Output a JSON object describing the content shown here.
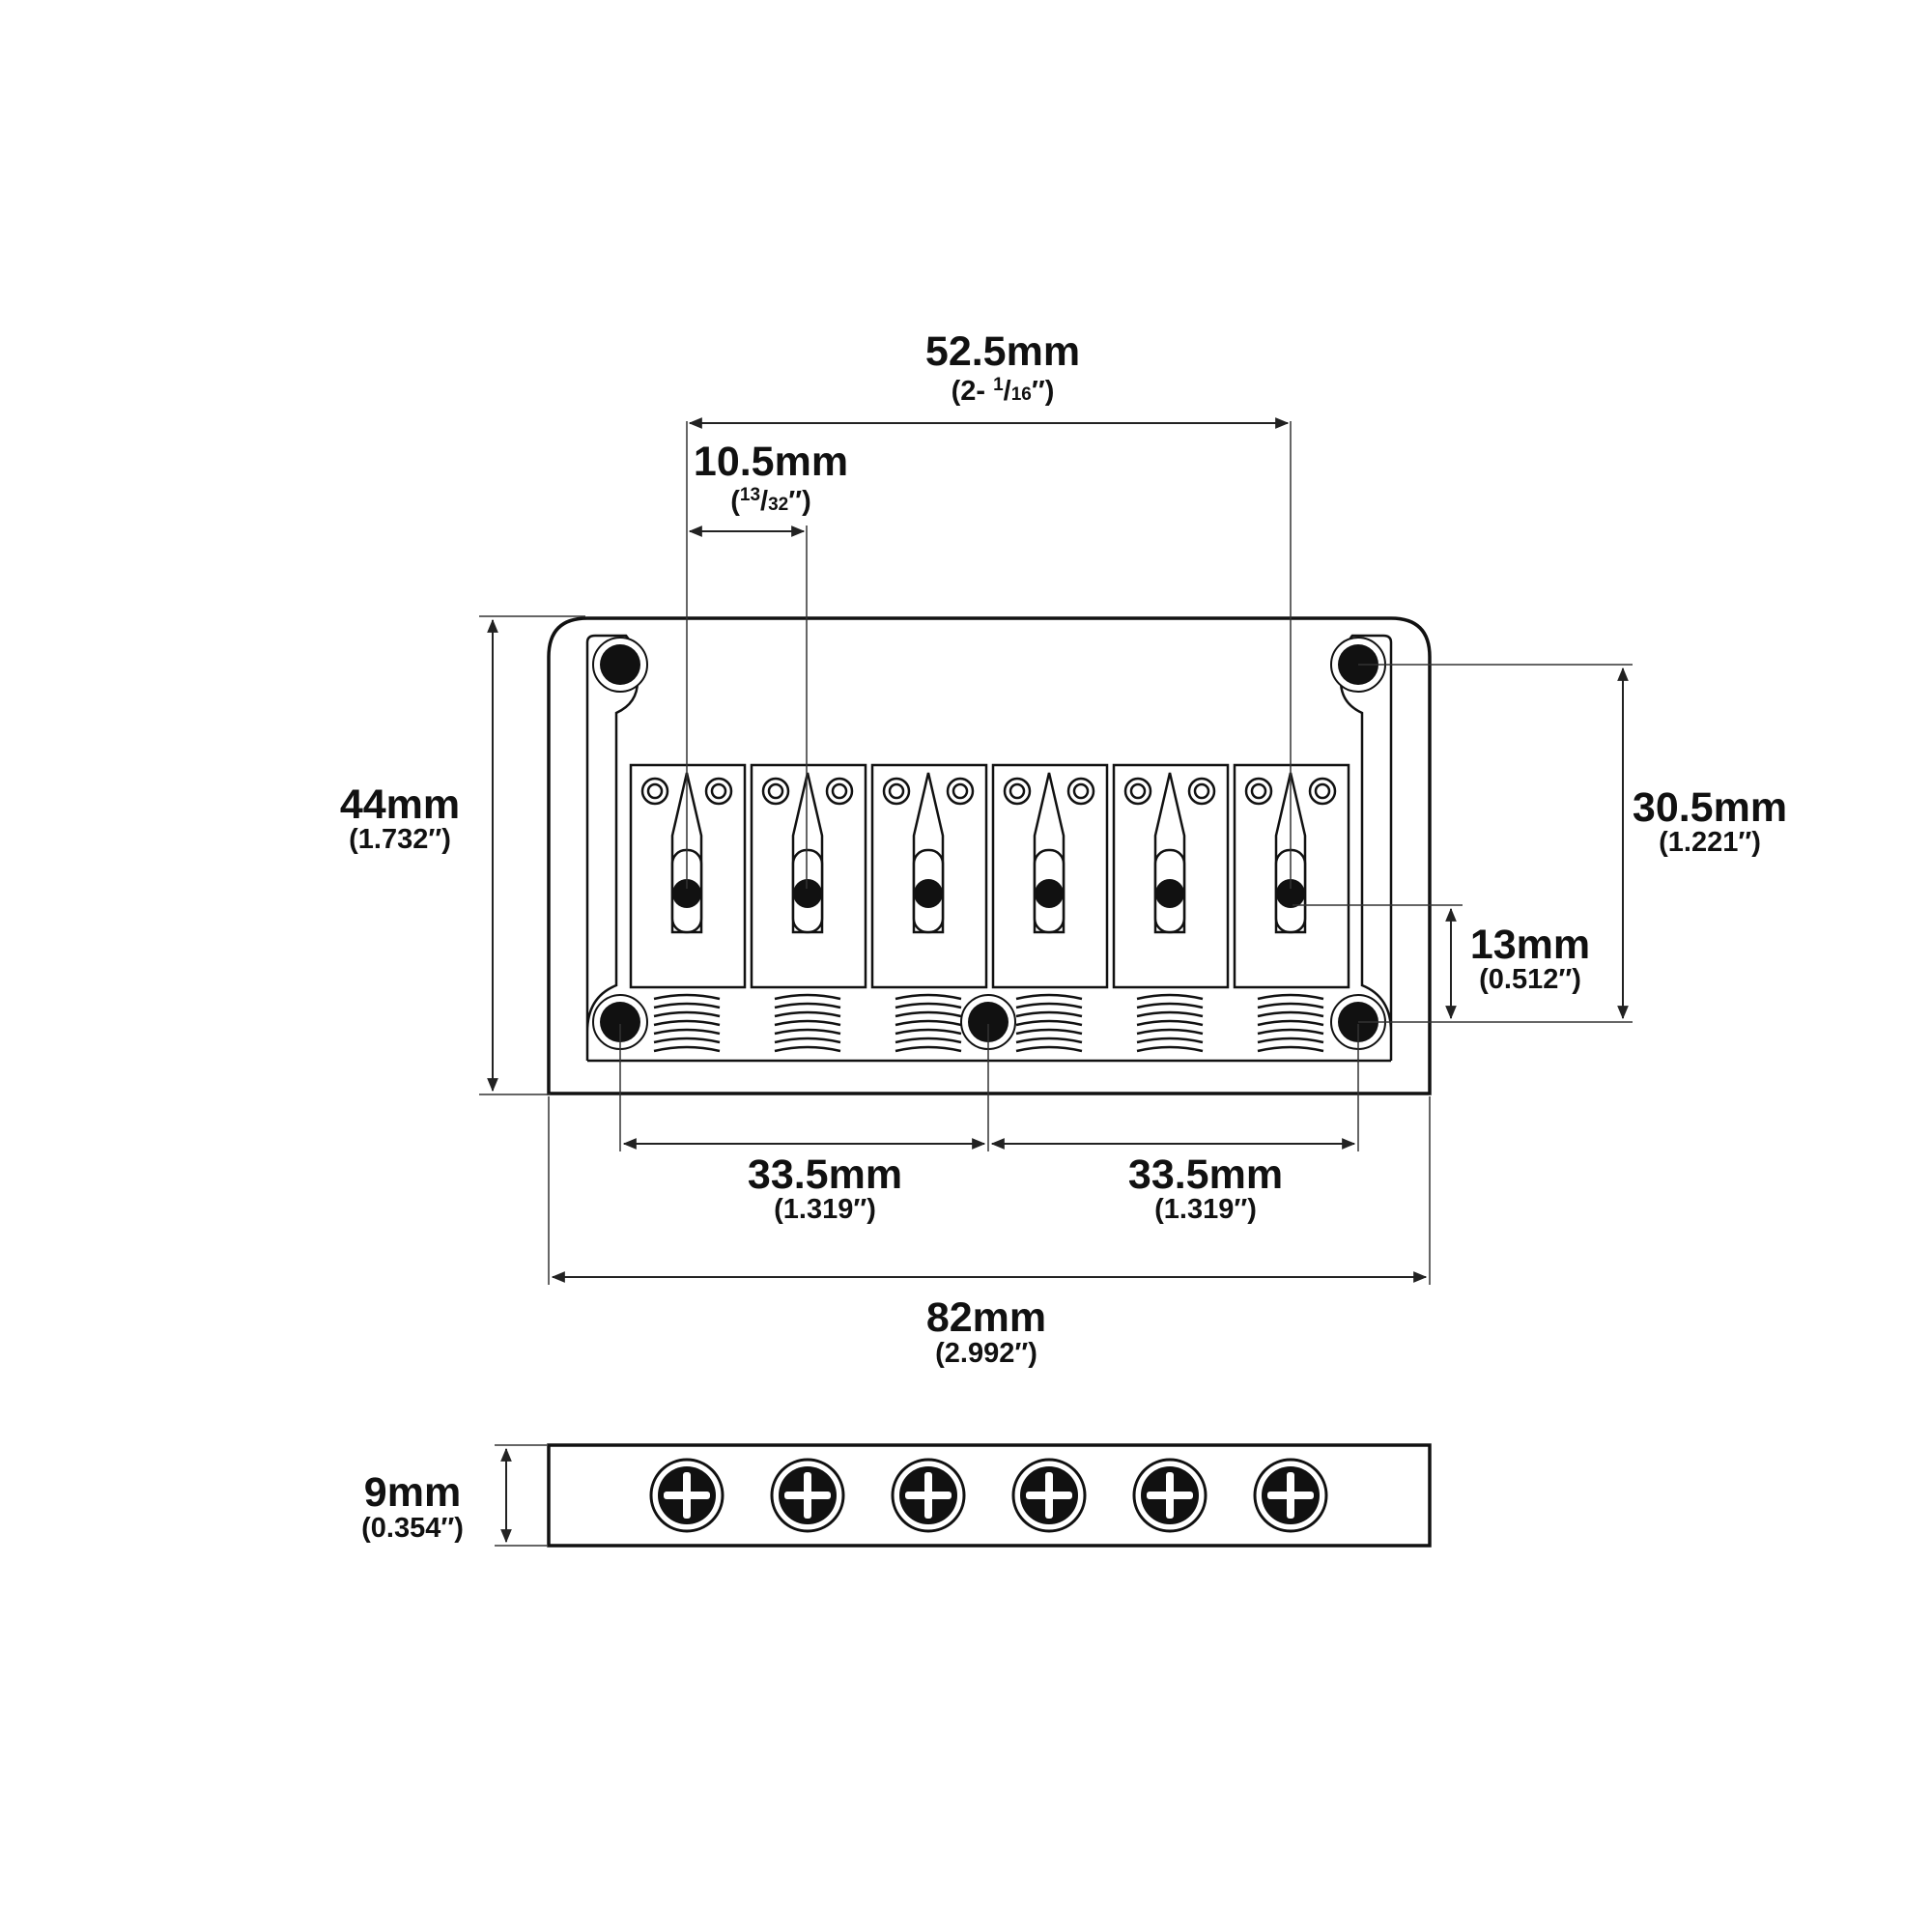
{
  "dimensions": {
    "hole_spacing": {
      "mm": "52.5mm",
      "in_prefix": "(2- ",
      "in_num": "1",
      "in_den": "16",
      "in_suffix": "″)"
    },
    "string_spacing": {
      "mm": "10.5mm",
      "in_prefix": "(",
      "in_num": "13",
      "in_den": "32",
      "in_suffix": "″)"
    },
    "plate_depth": {
      "mm": "44mm",
      "in": "(1.732″)"
    },
    "mount_depth": {
      "mm": "30.5mm",
      "in": "(1.221″)"
    },
    "saddle_offset": {
      "mm": "13mm",
      "in": "(0.512″)"
    },
    "mount_spacing_left": {
      "mm": "33.5mm",
      "in": "(1.319″)"
    },
    "mount_spacing_right": {
      "mm": "33.5mm",
      "in": "(1.319″)"
    },
    "overall_width": {
      "mm": "82mm",
      "in": "(2.992″)"
    },
    "height": {
      "mm": "9mm",
      "in": "(0.354″)"
    }
  },
  "diagram": {
    "saddle_count": 6,
    "mount_hole_count": 5,
    "side_screw_count": 6,
    "line_color": "#111111",
    "icons": [
      "arrow-icon",
      "screw-head-icon",
      "spring-icon",
      "mount-hole-icon"
    ]
  }
}
